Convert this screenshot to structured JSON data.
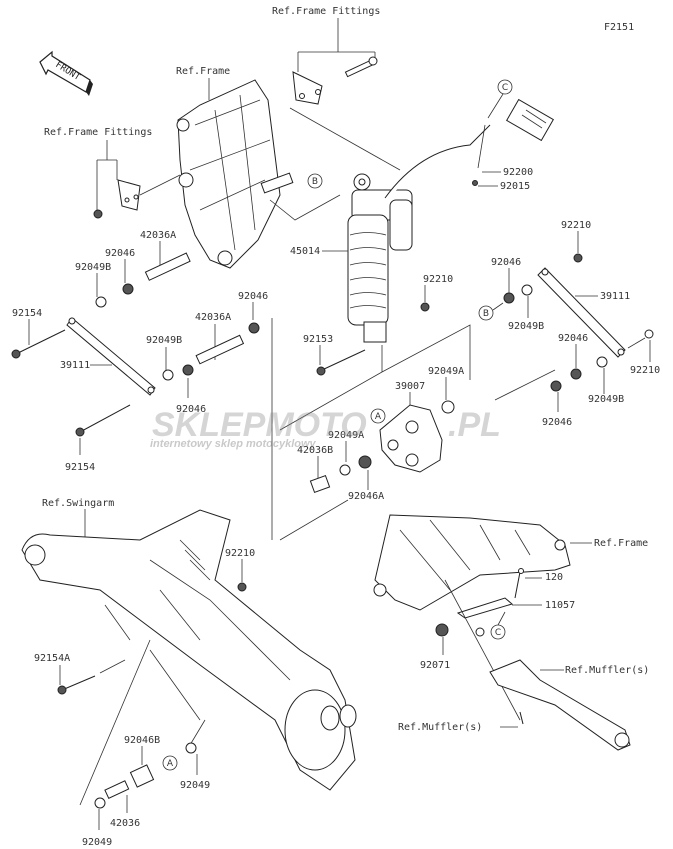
{
  "diagram": {
    "code": "F2151",
    "front_label": "FRONT",
    "watermark": {
      "brand": "SKLEPMOTO",
      "brand_suffix": ".PL",
      "tagline": "internetowy sklep motocyklowy"
    },
    "refs": {
      "frame_fittings_top": "Ref.Frame Fittings",
      "frame_fittings_left": "Ref.Frame Fittings",
      "frame_top": "Ref.Frame",
      "swingarm": "Ref.Swingarm",
      "frame_right": "Ref.Frame",
      "muffler_right": "Ref.Muffler(s)",
      "muffler_left": "Ref.Muffler(s)"
    },
    "markers": {
      "a": "A",
      "b": "B",
      "c": "C"
    },
    "parts": {
      "p92200": "92200",
      "p92015": "92015",
      "p45014": "45014",
      "p42036A_1": "42036A",
      "p92046_1": "92046",
      "p92049B_1": "92049B",
      "p92210_1": "92210",
      "p92210_2": "92210",
      "p92046_2": "92046",
      "p92154_1": "92154",
      "p92046_3": "92046",
      "p42036A_2": "42036A",
      "p92049B_2": "92049B",
      "p39111_1": "39111",
      "p92046_4": "92046",
      "p92154_2": "92154",
      "p92153": "92153",
      "p92049A_1": "92049A",
      "p39007": "39007",
      "p92049A_2": "92049A",
      "p42036B": "42036B",
      "p92046A": "92046A",
      "p92049B_3": "92049B",
      "p39111_2": "39111",
      "p92046_5": "92046",
      "p92210_3": "92210",
      "p92049B_4": "92049B",
      "p92046_6": "92046",
      "p92210_4": "92210",
      "p92154A": "92154A",
      "p92046B": "92046B",
      "p92049_1": "92049",
      "p42036": "42036",
      "p92049_2": "92049",
      "p120": "120",
      "p11057": "11057",
      "p92071": "92071"
    }
  }
}
